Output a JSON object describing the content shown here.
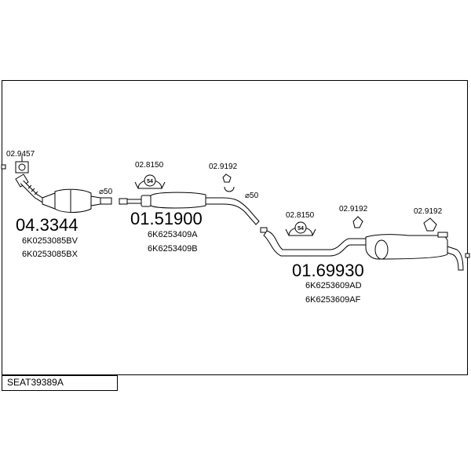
{
  "diagram": {
    "code": "SEAT39389A",
    "parts": [
      {
        "number": "04.3344",
        "oe": [
          "6K0253085BV",
          "6K0253085BX"
        ]
      },
      {
        "number": "01.51900",
        "oe": [
          "6K6253409A",
          "6K6253409B"
        ]
      },
      {
        "number": "01.69930",
        "oe": [
          "6K6253609AD",
          "6K6253609AF"
        ]
      }
    ],
    "fittings": [
      {
        "number": "02.9457"
      },
      {
        "number": "02.8150",
        "badge": "54"
      },
      {
        "number": "02.9192"
      },
      {
        "number": "02.8150",
        "badge": "54"
      },
      {
        "number": "02.9192"
      },
      {
        "number": "02.9192"
      }
    ],
    "diameters": [
      "⌀50",
      "⌀50"
    ]
  }
}
